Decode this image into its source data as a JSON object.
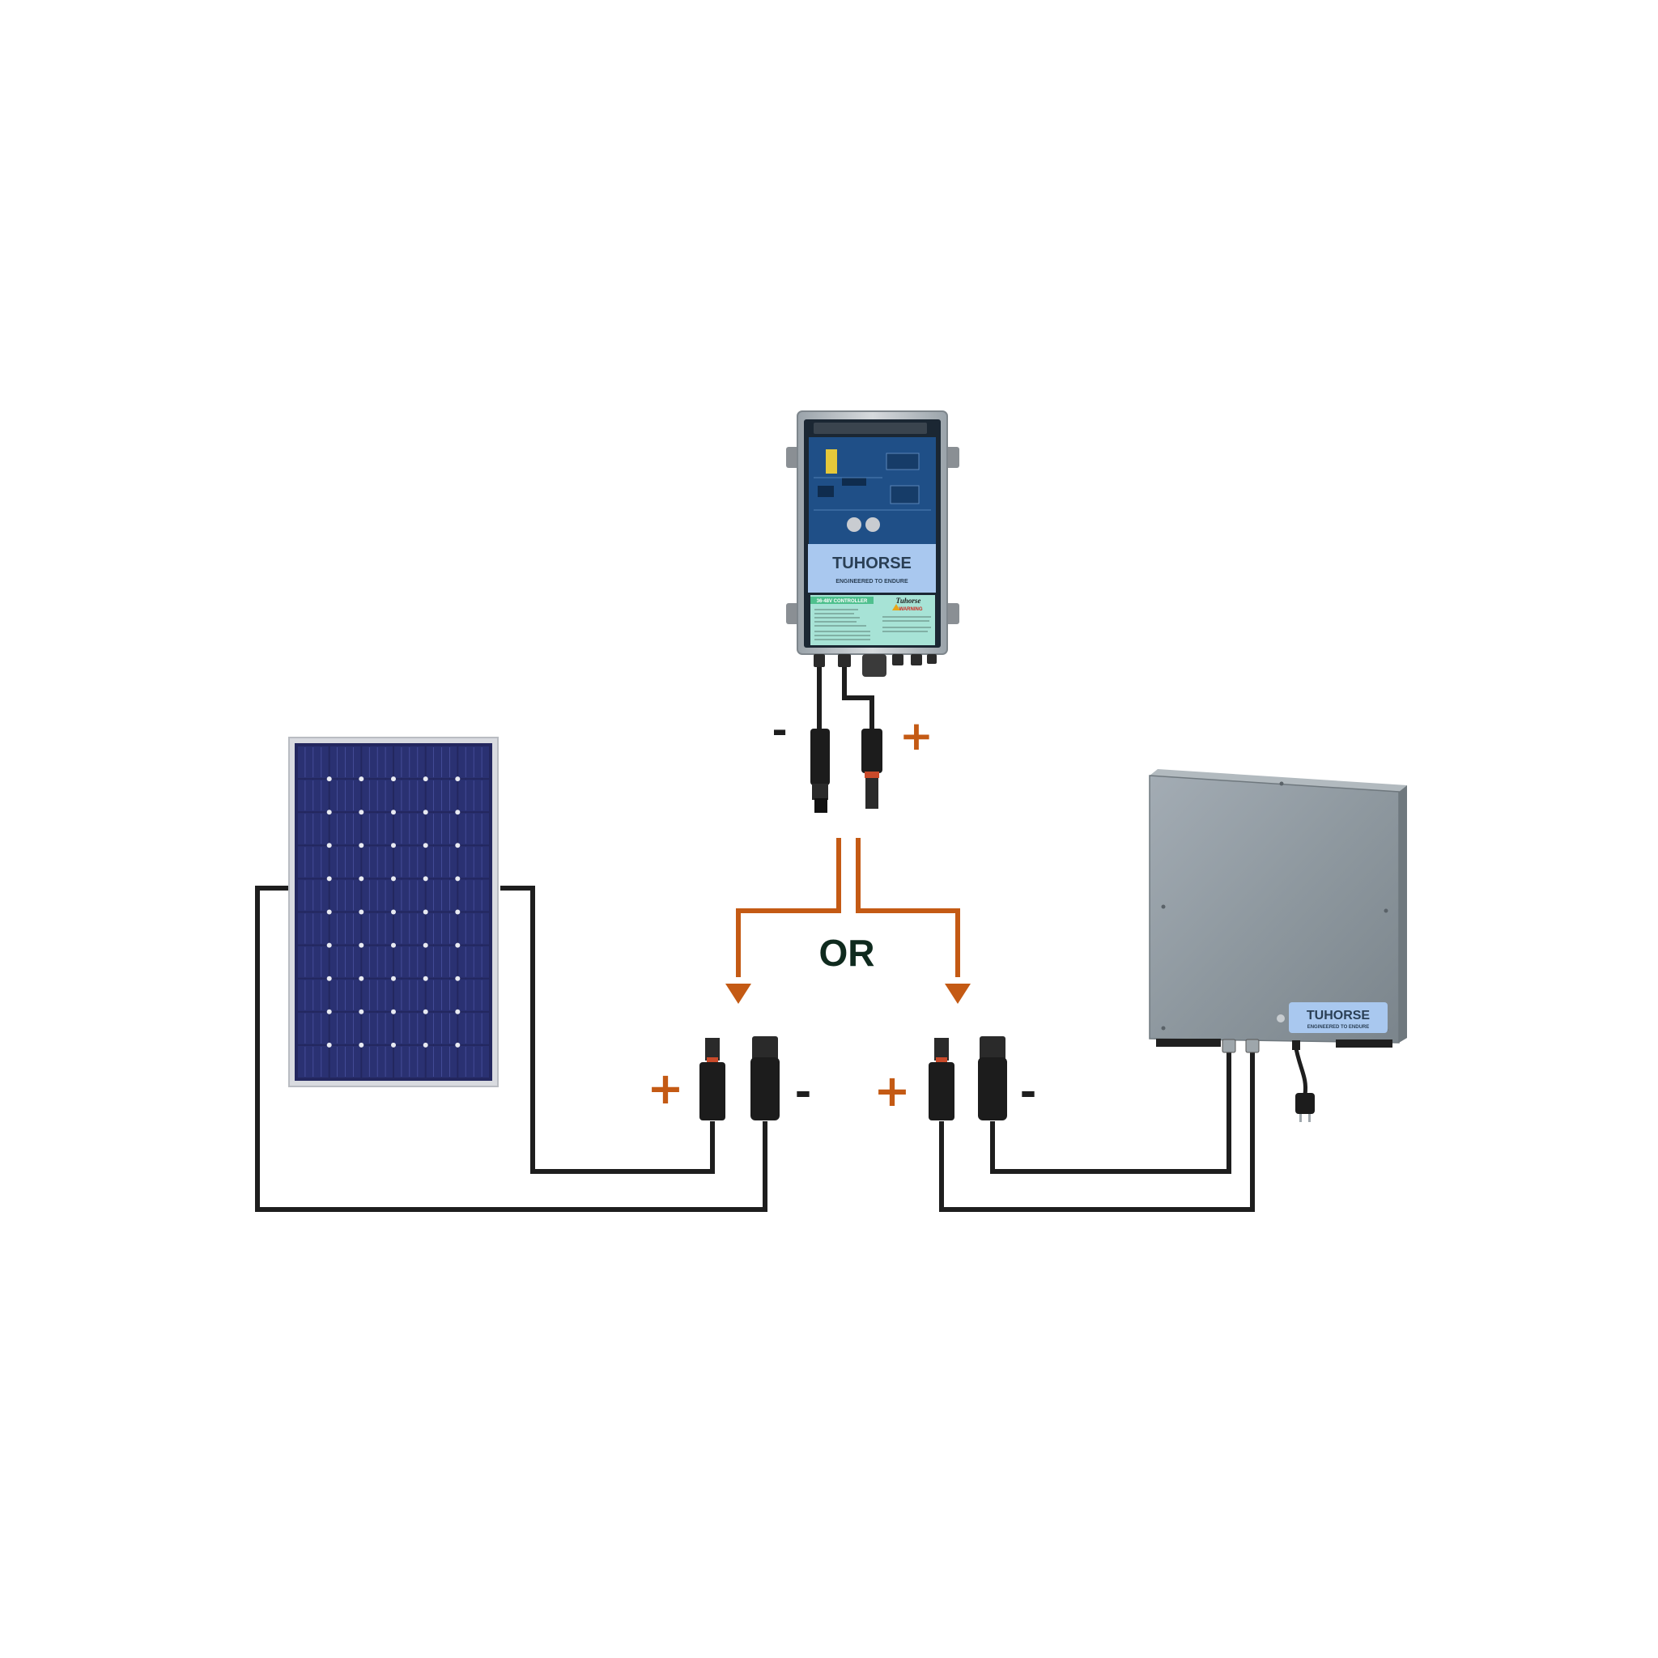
{
  "colors": {
    "wire": "#1e1e1e",
    "accent": "#c45a14",
    "or_text": "#0f2a1e",
    "label_bg": "#a9c8ef",
    "brand_text": "#2a3f55",
    "sticker_bg": "#a7e3d6",
    "panel_cell": "#23275e",
    "panel_frame": "#d9dbe0",
    "board": "#1f4f87",
    "inverter_body": "#8d979f"
  },
  "controller": {
    "brand": "TUHORSE",
    "tagline": "ENGINEERED TO ENDURE",
    "sticker_title": "36-48V CONTROLLER",
    "sticker_logo": "Tuhorse",
    "sticker_warning": "WARNING",
    "neg_sign": "-",
    "pos_sign": "+"
  },
  "choice_label": "OR",
  "solar_connectors": {
    "pos_sign": "+",
    "neg_sign": "-"
  },
  "inverter_connectors": {
    "pos_sign": "+",
    "neg_sign": "-"
  },
  "inverter": {
    "brand": "TUHORSE",
    "tagline": "ENGINEERED TO ENDURE"
  }
}
